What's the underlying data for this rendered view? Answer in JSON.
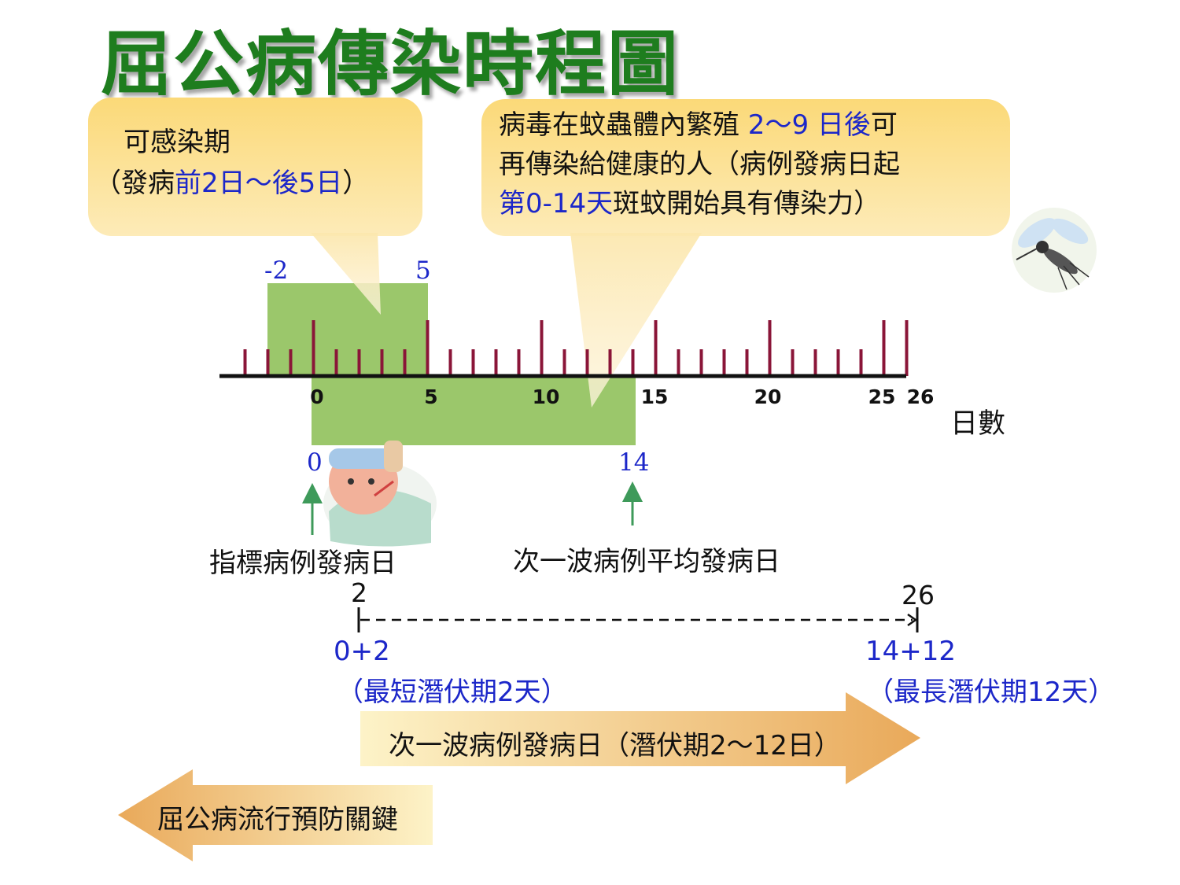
{
  "title": "屈公病傳染時程圖",
  "callout_left": {
    "line1": "可感染期",
    "line2_prefix": "（發病",
    "line2_range": "前2日～後5日",
    "line2_suffix": "）"
  },
  "callout_right": {
    "line1_prefix": "病毒在蚊蟲體內繁殖",
    "line1_range": " 2～9 日後",
    "line1_suffix": "可",
    "line2": "再傳染給健康的人（病例發病日起",
    "line3_range": "第0-14天",
    "line3_suffix": "斑蚊開始具有傳染力）"
  },
  "infectious_markers": {
    "start": "-2",
    "end": "5"
  },
  "axis": {
    "tick_labels": [
      "0",
      "5",
      "10",
      "15",
      "20",
      "25",
      "26"
    ],
    "unit": "日數"
  },
  "mosquito_markers": {
    "start": "0",
    "end": "14"
  },
  "arrows": {
    "index_case": "指標病例發病日",
    "next_wave": "次一波病例平均發病日"
  },
  "incubation": {
    "start_day": "2",
    "end_day": "26",
    "start_formula": "0+2",
    "end_formula": "14+12",
    "start_note": "（最短潛伏期2天）",
    "end_note": "（最長潛伏期12天）"
  },
  "banner_right": "次一波病例發病日（潛伏期2～12日）",
  "banner_left": "屈公病流行預防關鍵",
  "colors": {
    "green_band": "#9bc76b",
    "tick": "#8a1538",
    "callout": "#fbd978",
    "arrow": "#e9a95a",
    "title": "#1e7d1e"
  }
}
